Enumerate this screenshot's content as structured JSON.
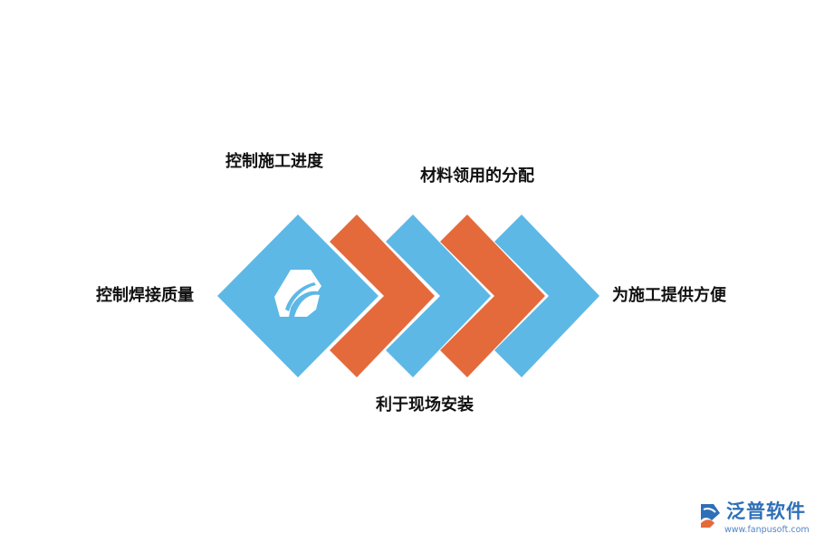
{
  "labels": {
    "left": "控制焊接质量",
    "top_left": "控制施工进度",
    "top_right": "材料领用的分配",
    "bottom": "利于现场安装",
    "right": "为施工提供方便"
  },
  "colors": {
    "blue": "#5db8e6",
    "orange": "#e46a3b",
    "icon": "#ffffff",
    "watermark": "#2f6fb8"
  },
  "icons": {
    "center": "brand-logo-icon",
    "watermark": "fanpu-logo-icon"
  },
  "watermark": {
    "name": "泛普软件",
    "url": "www.fanpusoft.com"
  }
}
